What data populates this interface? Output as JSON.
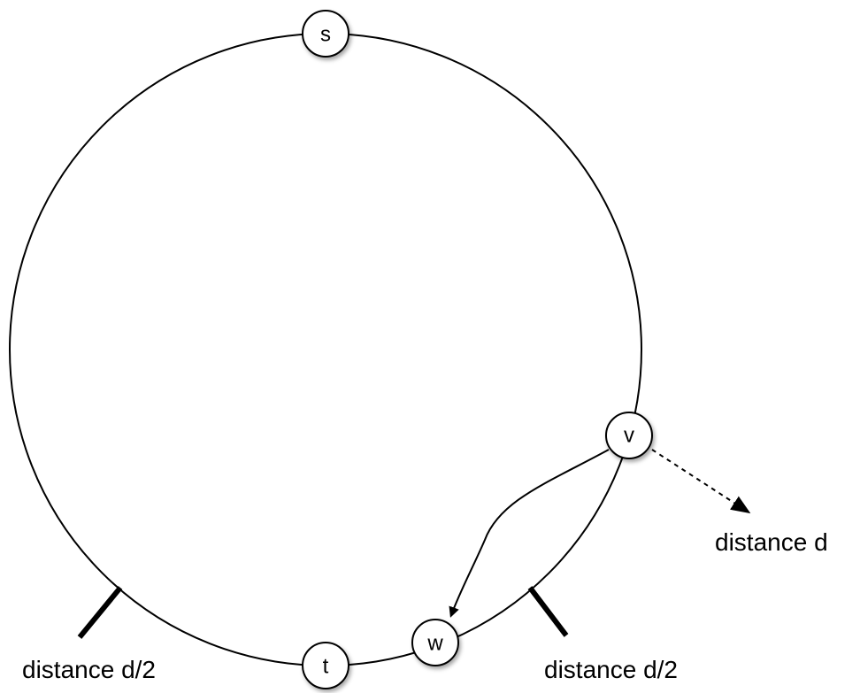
{
  "nodes": {
    "s": "s",
    "t": "t",
    "v": "v",
    "w": "w"
  },
  "labels": {
    "distance_d": "distance d",
    "distance_half_left": "distance d/2",
    "distance_half_right": "distance d/2"
  },
  "colors": {
    "stroke": "#000000",
    "node_fill": "#ffffff",
    "background": "#ffffff"
  }
}
